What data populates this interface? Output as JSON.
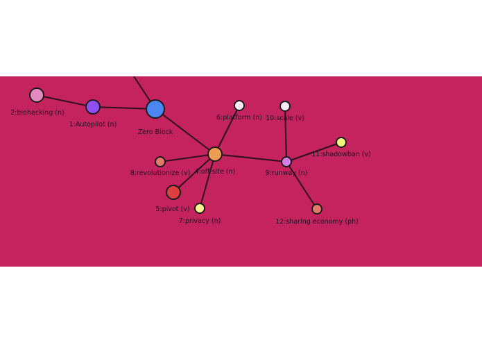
{
  "colors": {
    "page_background": "#ffffff",
    "panel_background": "#c4235e",
    "edge": "#2b0f1c",
    "node_stroke": "#1a1a1a",
    "label_text": "#1b1320"
  },
  "graph": {
    "nodes": [
      {
        "id": "zero-block",
        "label": "Zero Block",
        "color": "#4b86f2",
        "size": "large"
      },
      {
        "id": "autopilot",
        "label": "1:Autopilot (n)",
        "color": "#8e4ef2",
        "size": "medium"
      },
      {
        "id": "biohacking",
        "label": "2:biohacking (n)",
        "color": "#e48bc2",
        "size": "medium"
      },
      {
        "id": "off-site",
        "label": "4:off-site (n)",
        "color": "#ee9c53",
        "size": "medium"
      },
      {
        "id": "pivot",
        "label": "5:pivot (v)",
        "color": "#dc3f3f",
        "size": "medium"
      },
      {
        "id": "platform",
        "label": "6:platform (n)",
        "color": "#fbe9f3",
        "size": "small"
      },
      {
        "id": "privacy",
        "label": "7:privacy (n)",
        "color": "#f7f190",
        "size": "small"
      },
      {
        "id": "revolutionize",
        "label": "8:revolutionize (v)",
        "color": "#e2796b",
        "size": "small"
      },
      {
        "id": "runway",
        "label": "9:runway (n)",
        "color": "#d57fe6",
        "size": "small"
      },
      {
        "id": "scale",
        "label": "10:scale (v)",
        "color": "#fbe9f3",
        "size": "small"
      },
      {
        "id": "shadowban",
        "label": "11:shadowban (v)",
        "color": "#f2f37a",
        "size": "small"
      },
      {
        "id": "sharing-economy",
        "label": "12:sharing economy (ph)",
        "color": "#e2796b",
        "size": "small"
      }
    ],
    "edges": [
      {
        "from": "biohacking",
        "to": "autopilot"
      },
      {
        "from": "autopilot",
        "to": "zero-block"
      },
      {
        "from": "zero-block",
        "to": "off-site"
      },
      {
        "from": "off-site",
        "to": "platform"
      },
      {
        "from": "off-site",
        "to": "revolutionize"
      },
      {
        "from": "off-site",
        "to": "pivot"
      },
      {
        "from": "off-site",
        "to": "privacy"
      },
      {
        "from": "off-site",
        "to": "runway"
      },
      {
        "from": "runway",
        "to": "scale"
      },
      {
        "from": "runway",
        "to": "shadowban"
      },
      {
        "from": "runway",
        "to": "sharing-economy"
      }
    ]
  }
}
